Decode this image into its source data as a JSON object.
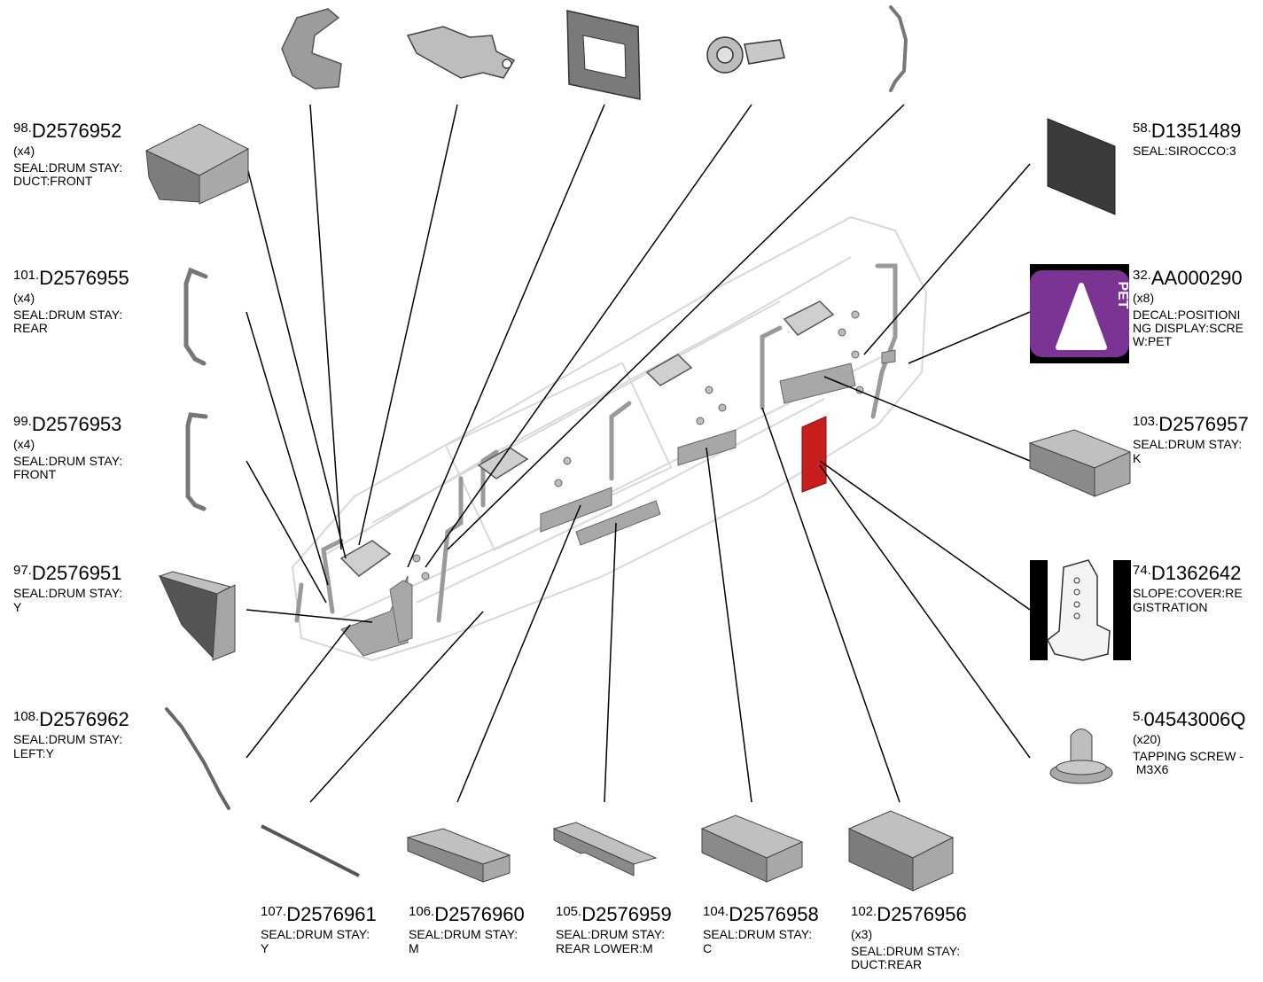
{
  "callouts": [
    {
      "id": "p98",
      "ref": "98.",
      "part": "D2576952",
      "qty": "(x4)",
      "desc": "SEAL:DRUM STAY:\nDUCT:FRONT"
    },
    {
      "id": "p101",
      "ref": "101.",
      "part": "D2576955",
      "qty": "(x4)",
      "desc": "SEAL:DRUM STAY:\nREAR"
    },
    {
      "id": "p99",
      "ref": "99.",
      "part": "D2576953",
      "qty": "(x4)",
      "desc": "SEAL:DRUM STAY:\nFRONT"
    },
    {
      "id": "p97",
      "ref": "97.",
      "part": "D2576951",
      "qty": "",
      "desc": "SEAL:DRUM STAY:\nY"
    },
    {
      "id": "p108",
      "ref": "108.",
      "part": "D2576962",
      "qty": "",
      "desc": "SEAL:DRUM STAY:\nLEFT:Y"
    },
    {
      "id": "p58",
      "ref": "58.",
      "part": "D1351489",
      "qty": "",
      "desc": "SEAL:SIROCCO:3"
    },
    {
      "id": "p32",
      "ref": "32.",
      "part": "AA000290",
      "qty": "(x8)",
      "desc": "DECAL:POSITIONI\nNG DISPLAY:SCRE\nW:PET"
    },
    {
      "id": "p103",
      "ref": "103.",
      "part": "D2576957",
      "qty": "",
      "desc": "SEAL:DRUM STAY:\nK"
    },
    {
      "id": "p74",
      "ref": "74.",
      "part": "D1362642",
      "qty": "",
      "desc": "SLOPE:COVER:RE\nGISTRATION"
    },
    {
      "id": "p5",
      "ref": "5.",
      "part": "04543006Q",
      "qty": "(x20)",
      "desc": "TAPPING SCREW -\n M3X6"
    },
    {
      "id": "p107",
      "ref": "107.",
      "part": "D2576961",
      "qty": "",
      "desc": "SEAL:DRUM STAY:\nY"
    },
    {
      "id": "p106",
      "ref": "106.",
      "part": "D2576960",
      "qty": "",
      "desc": "SEAL:DRUM STAY:\nM"
    },
    {
      "id": "p105",
      "ref": "105.",
      "part": "D2576959",
      "qty": "",
      "desc": "SEAL:DRUM STAY:\nREAR LOWER:M"
    },
    {
      "id": "p104",
      "ref": "104.",
      "part": "D2576958",
      "qty": "",
      "desc": "SEAL:DRUM STAY:\nC"
    },
    {
      "id": "p102",
      "ref": "102.",
      "part": "D2576956",
      "qty": "(x3)",
      "desc": "SEAL:DRUM STAY:\nDUCT:REAR"
    }
  ],
  "decal_text": "PET",
  "colors": {
    "seal_gray": "#a9a9a9",
    "decal_purple": "#7b3494",
    "highlight_red": "#c81e1e",
    "leader": "#000000"
  }
}
